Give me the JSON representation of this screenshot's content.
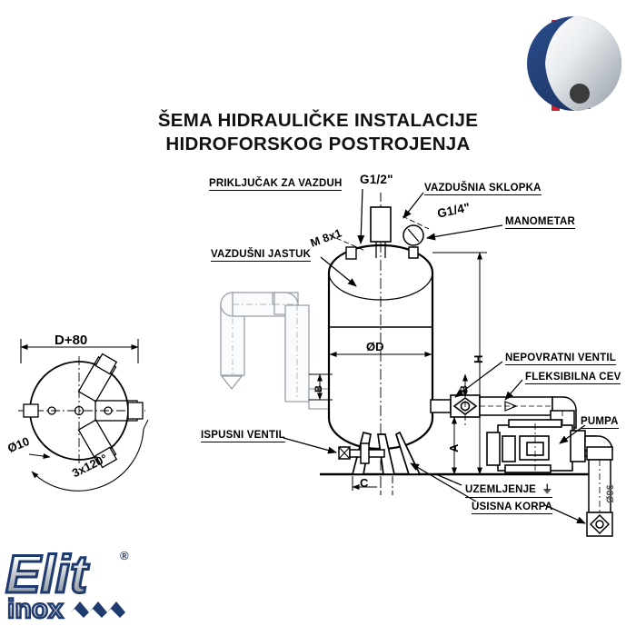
{
  "document": {
    "title_line1": "ŠEMA HIDRAULIČKE INSTALACIJE",
    "title_line2": "HIDROFORSKOG POSTROJENJA",
    "type": "technical-schematic"
  },
  "brand": {
    "logo_text_main": "Elit",
    "logo_text_sub": "inox",
    "registered_mark": "®",
    "colors": {
      "navy": "#1f3a6e",
      "navy_dark": "#16294f",
      "silver_light": "#f2f4f6",
      "silver_mid": "#b9bfc6",
      "silver_dark": "#8b9299",
      "red": "#d41f2a",
      "blue_bar": "#2f6fc0",
      "dot_grey": "#3c3c3c"
    }
  },
  "callouts": {
    "air_connection": "PRIKLJUČAK ZA VAZDUH",
    "air_cushion": "VAZDUŠNI JASTUK",
    "air_switch": "VAZDUŠNIA SKLOPKA",
    "manometer": "MANOMETAR",
    "check_valve": "NEPOVRATNI VENTIL",
    "flexible_hose": "FLEKSIBILNA CEV",
    "pump": "PUMPA",
    "drain_valve": "ISPUSNI VENTIL",
    "grounding": "UZEMLJENJE",
    "suction_basket": "USISNA KORPA"
  },
  "threads": {
    "air_port": "G1/2\"",
    "gauge_port": "G1/4\"",
    "nipple": "M 8x1"
  },
  "dimensions": {
    "tank_diameter": "ØD",
    "total_height": "H",
    "outlet_height": "A",
    "outlet_offset_b": "B",
    "outlet_offset_b2": "B",
    "base_offset_c": "C",
    "detail_width": "D+80",
    "hole_diameter": "Ø10",
    "hole_pattern": "3x120°",
    "suction_pipe": "Ø96"
  }
}
